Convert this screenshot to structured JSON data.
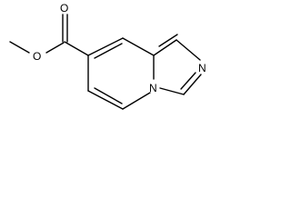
{
  "molecule": {
    "atoms": {
      "carbonyl_oxygen": "O",
      "ester_oxygen": "O",
      "ring_nitrogen_bridgehead": "N",
      "ring_nitrogen_imidazole": "N"
    },
    "line_color": "#000000",
    "background": "#ffffff"
  }
}
